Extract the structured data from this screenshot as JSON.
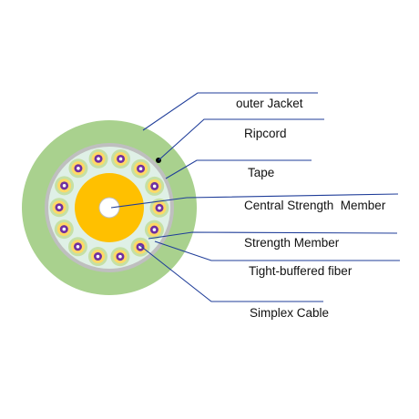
{
  "labels": {
    "outer_jacket": "outer Jacket",
    "ripcord": "Ripcord",
    "tape": "Tape",
    "central_strength_member": "Central Strength  Member",
    "strength_member": "Strength Member",
    "tight_buffered_fiber": "Tight-buffered fiber",
    "simplex_cable": "Simplex Cable"
  },
  "diagram": {
    "simplex_unit_count": 14
  },
  "colors": {
    "outer_jacket": "#a9d18e",
    "tape": "#bfbfbf",
    "filler": "#dff0e6",
    "central_strength_member": "#ffc000",
    "central_core": "#ffffff",
    "simplex_jacket": "#c5e0a5",
    "strength_yarn": "#ffd966",
    "fiber_buffer": "#7030a0",
    "fiber_core": "#ffffff",
    "ripcord": "#000000",
    "leader_line": "#1f3d99"
  }
}
